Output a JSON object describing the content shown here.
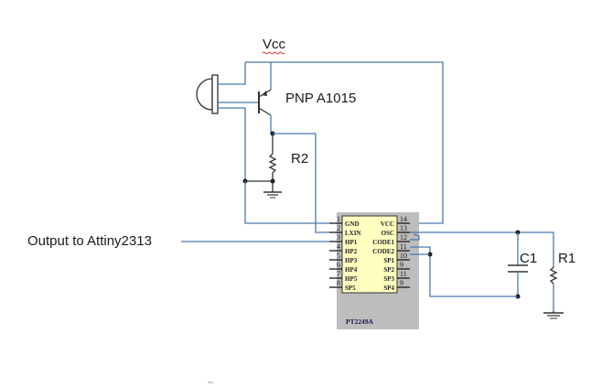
{
  "labels": {
    "vcc": "Vcc",
    "transistor": "PNP A1015",
    "r2": "R2",
    "output": "Output to Attiny2313",
    "c1": "C1",
    "r1": "R1"
  },
  "ic": {
    "part": "PT2249A",
    "left_pins": [
      {
        "num": "1",
        "name": "GND"
      },
      {
        "num": "2",
        "name": "LXIN"
      },
      {
        "num": "3",
        "name": "HP1"
      },
      {
        "num": "4",
        "name": "HP2"
      },
      {
        "num": "5",
        "name": "HP3"
      },
      {
        "num": "6",
        "name": "HP4"
      },
      {
        "num": "7",
        "name": "HP5"
      },
      {
        "num": "8",
        "name": "SP5"
      }
    ],
    "right_pins": [
      {
        "num": "14",
        "name": "VCC"
      },
      {
        "num": "13",
        "name": "OSC"
      },
      {
        "num": "12",
        "name": "CODE1"
      },
      {
        "num": "11",
        "name": "CODE2"
      },
      {
        "num": "10",
        "name": "SP1"
      },
      {
        "num": "9",
        "name": "SP2"
      },
      {
        "num": "11",
        "name": "SP3"
      },
      {
        "num": "9",
        "name": "SP4"
      }
    ]
  },
  "colors": {
    "wire": "#4a7ab0",
    "ic_fill": "#ffffc0",
    "ic_shadow": "#bdbdbd",
    "vcc_underline": "#d03030"
  }
}
